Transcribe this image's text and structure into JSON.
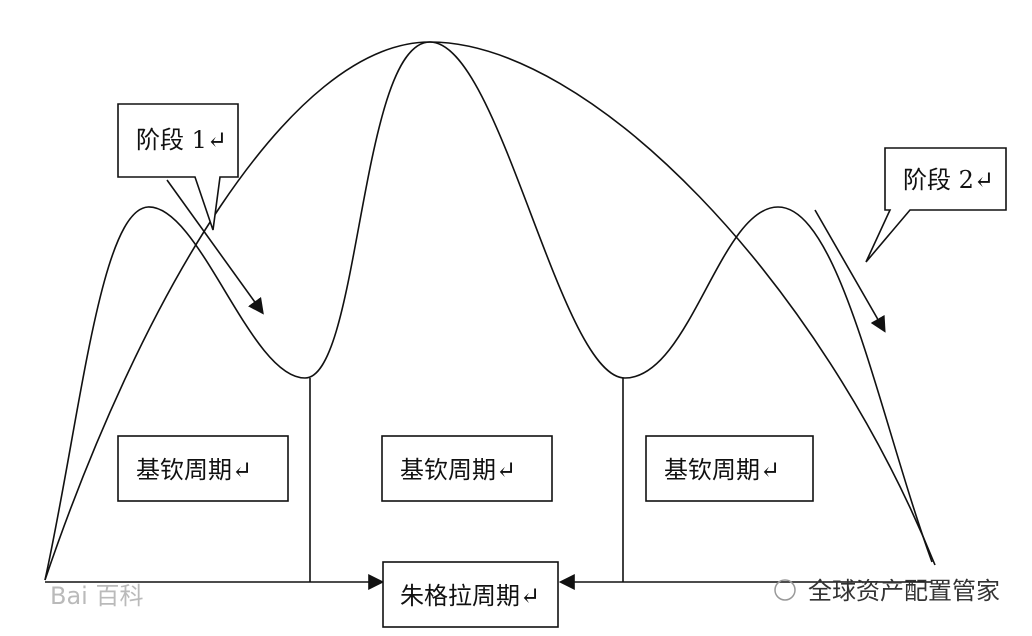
{
  "callouts": {
    "stage1": "阶段 1↵",
    "stage2": "阶段 2↵"
  },
  "boxes": {
    "kitchin_left": "基钦周期↵",
    "kitchin_middle": "基钦周期↵",
    "kitchin_right": "基钦周期↵",
    "juglar": "朱格拉周期↵"
  },
  "watermarks": {
    "baidu": "Bai 百科",
    "wechat": "全球资产配置管家"
  },
  "colors": {
    "line": "#111111",
    "background": "#ffffff"
  }
}
